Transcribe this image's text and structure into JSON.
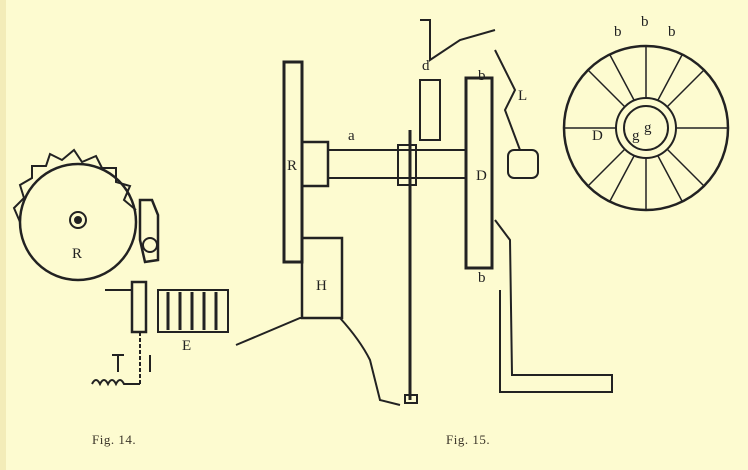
{
  "figures": [
    {
      "caption": "Fig. 14.",
      "labels": {
        "wheel": "R",
        "magnet": "E"
      }
    },
    {
      "caption": "Fig. 15.",
      "labels": {
        "wheel": "R",
        "axle": "a",
        "top": "d",
        "pin_top": "b",
        "lever": "L",
        "disc": "D",
        "base": "H",
        "pin_bottom": "b"
      }
    },
    {
      "caption": "",
      "labels": {
        "pin1": "b",
        "pin2": "b",
        "pin3": "b",
        "disc": "D",
        "inner1": "g",
        "inner2": "g"
      }
    }
  ]
}
